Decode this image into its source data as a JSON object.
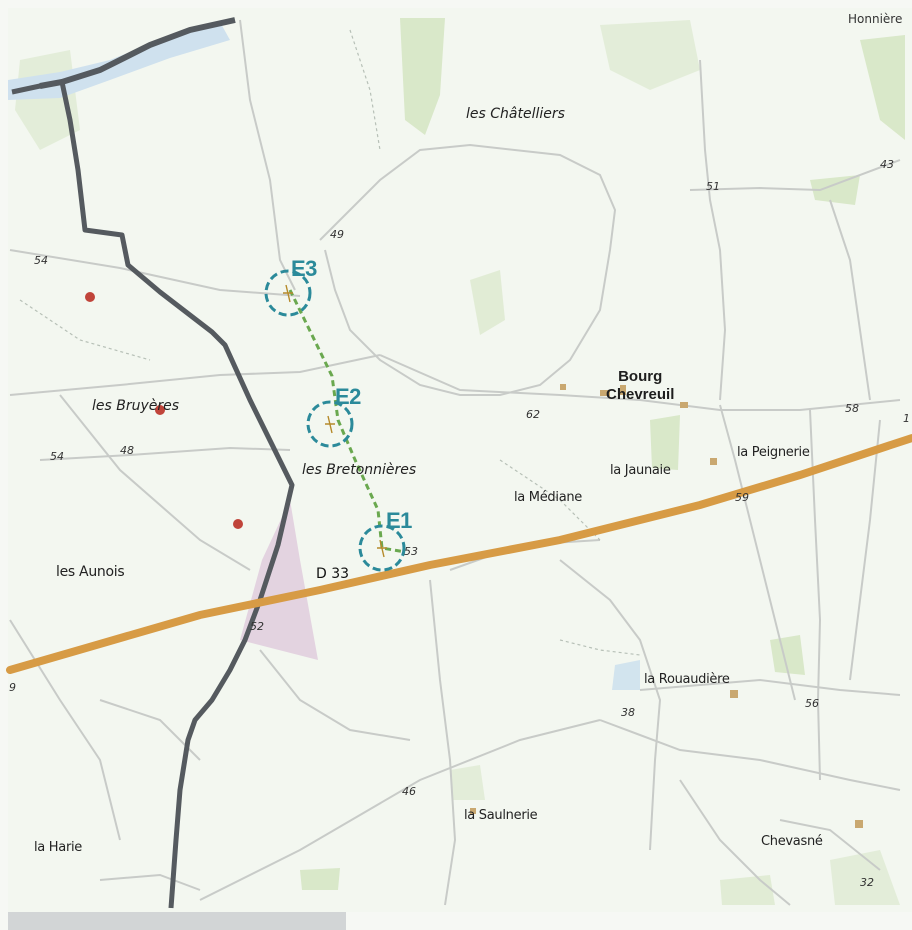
{
  "map": {
    "colors": {
      "background": "#f6f8f4",
      "fields": "#e9f0e4",
      "woods": "#d6e6c4",
      "roads_minor": "#c8cbc8",
      "highway": "#d79b45",
      "power_line": "#555a5f",
      "turbine_marker": "#2b8a9a",
      "turbine_link": "#6aa84f",
      "area_hatch": "#e3d3e0",
      "point_red": "#c0443a"
    },
    "places": {
      "chatelliers": "les Châtelliers",
      "bruyeres": "les Bruyères",
      "bretonnieres": "les Bretonnières",
      "aunois": "les Aunois",
      "mediane": "la Médiane",
      "jaunaie": "la Jaunaie",
      "peignerie": "la Peignerie",
      "rouaudiere": "la Rouaudière",
      "saulnerie": "la Saulnerie",
      "harie": "la Harie",
      "chevasne": "Chevasné",
      "bourg_line1": "Bourg",
      "bourg_line2": "Chevreuil",
      "corner_top": "Honnière"
    },
    "road_label": "D 33",
    "turbines": [
      "E3",
      "E2",
      "E1"
    ],
    "elevations": {
      "e54_top": "54",
      "e49_top": "49",
      "e51": "51",
      "e43": "43",
      "e54_left": "54",
      "e48": "48",
      "e62": "62",
      "e58": "58",
      "e59": "59",
      "e53": "53",
      "e52": "52",
      "e38": "38",
      "e56": "56",
      "e46": "46",
      "e32": "32",
      "e9": "9",
      "e1": "1"
    },
    "icons": [
      "wind-turbine-icon",
      "point-marker-icon"
    ]
  }
}
